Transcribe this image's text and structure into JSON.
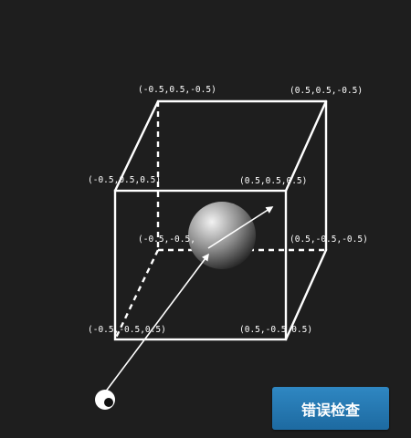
{
  "corners": {
    "back_top_left": "(-0.5,0.5,-0.5)",
    "back_top_right": "(0.5,0.5,-0.5)",
    "front_top_left": "(-0.5,0.5,0.5)",
    "front_top_right": "(0.5,0.5,0.5)",
    "back_bottom_left": "(-0.5,-0.5,",
    "back_bottom_right": "(0.5,-0.5,-0.5)",
    "front_bottom_left": "(-0.5,-0.5,0.5)",
    "front_bottom_right": "(0.5,-0.5,0.5)"
  },
  "check_button": {
    "label": "错误检查"
  },
  "colors": {
    "background": "#1e1e1e",
    "button": "#2679b3",
    "lines": "#ffffff"
  }
}
